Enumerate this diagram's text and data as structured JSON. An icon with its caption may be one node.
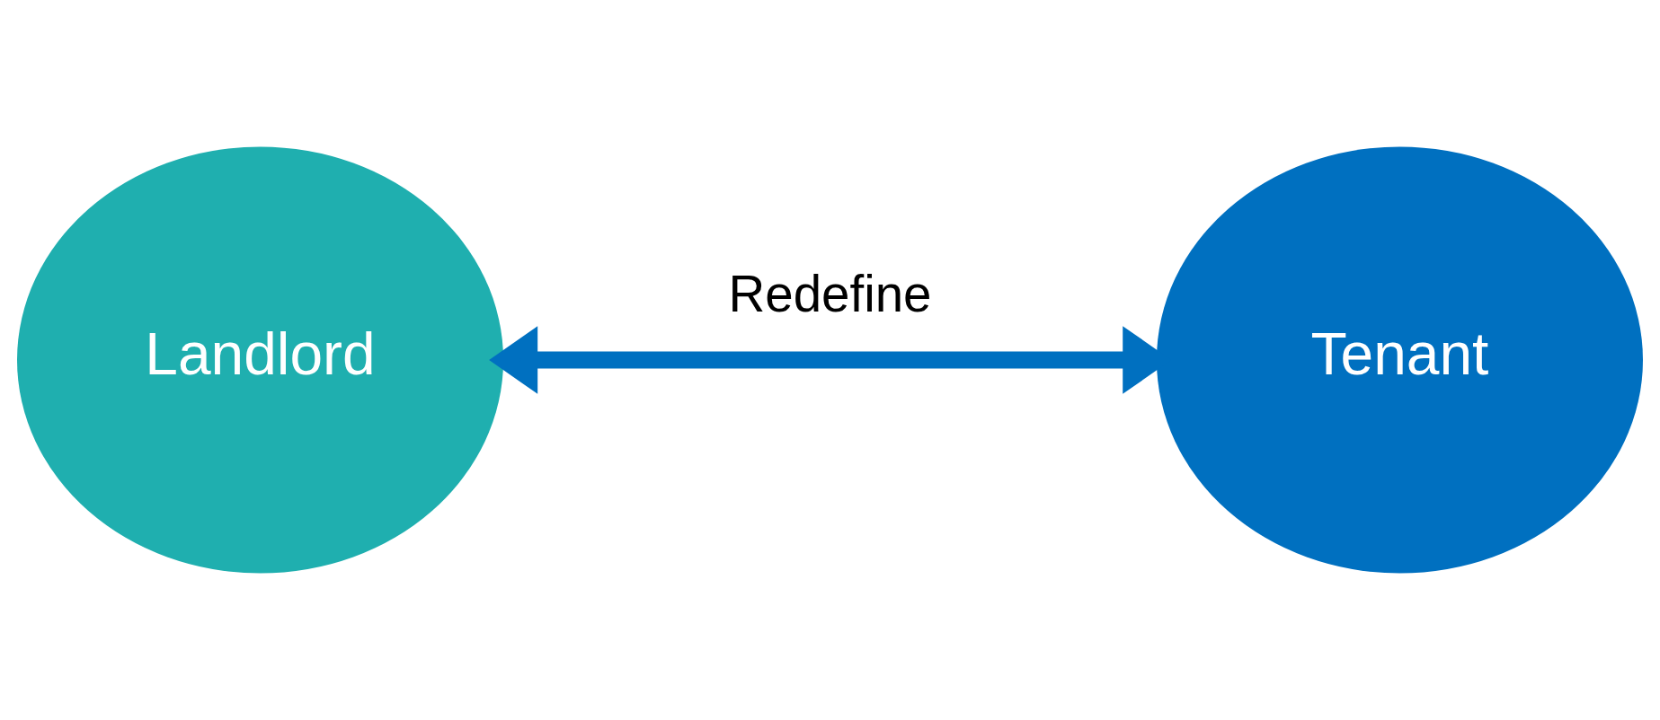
{
  "diagram": {
    "nodes": [
      {
        "text": [
          "Landlord"
        ]
      },
      {
        "text": [
          "Tenant"
        ]
      }
    ],
    "edges": [
      {
        "from": 0,
        "to": 1,
        "arrow": "both",
        "label": "Redefine"
      }
    ]
  }
}
